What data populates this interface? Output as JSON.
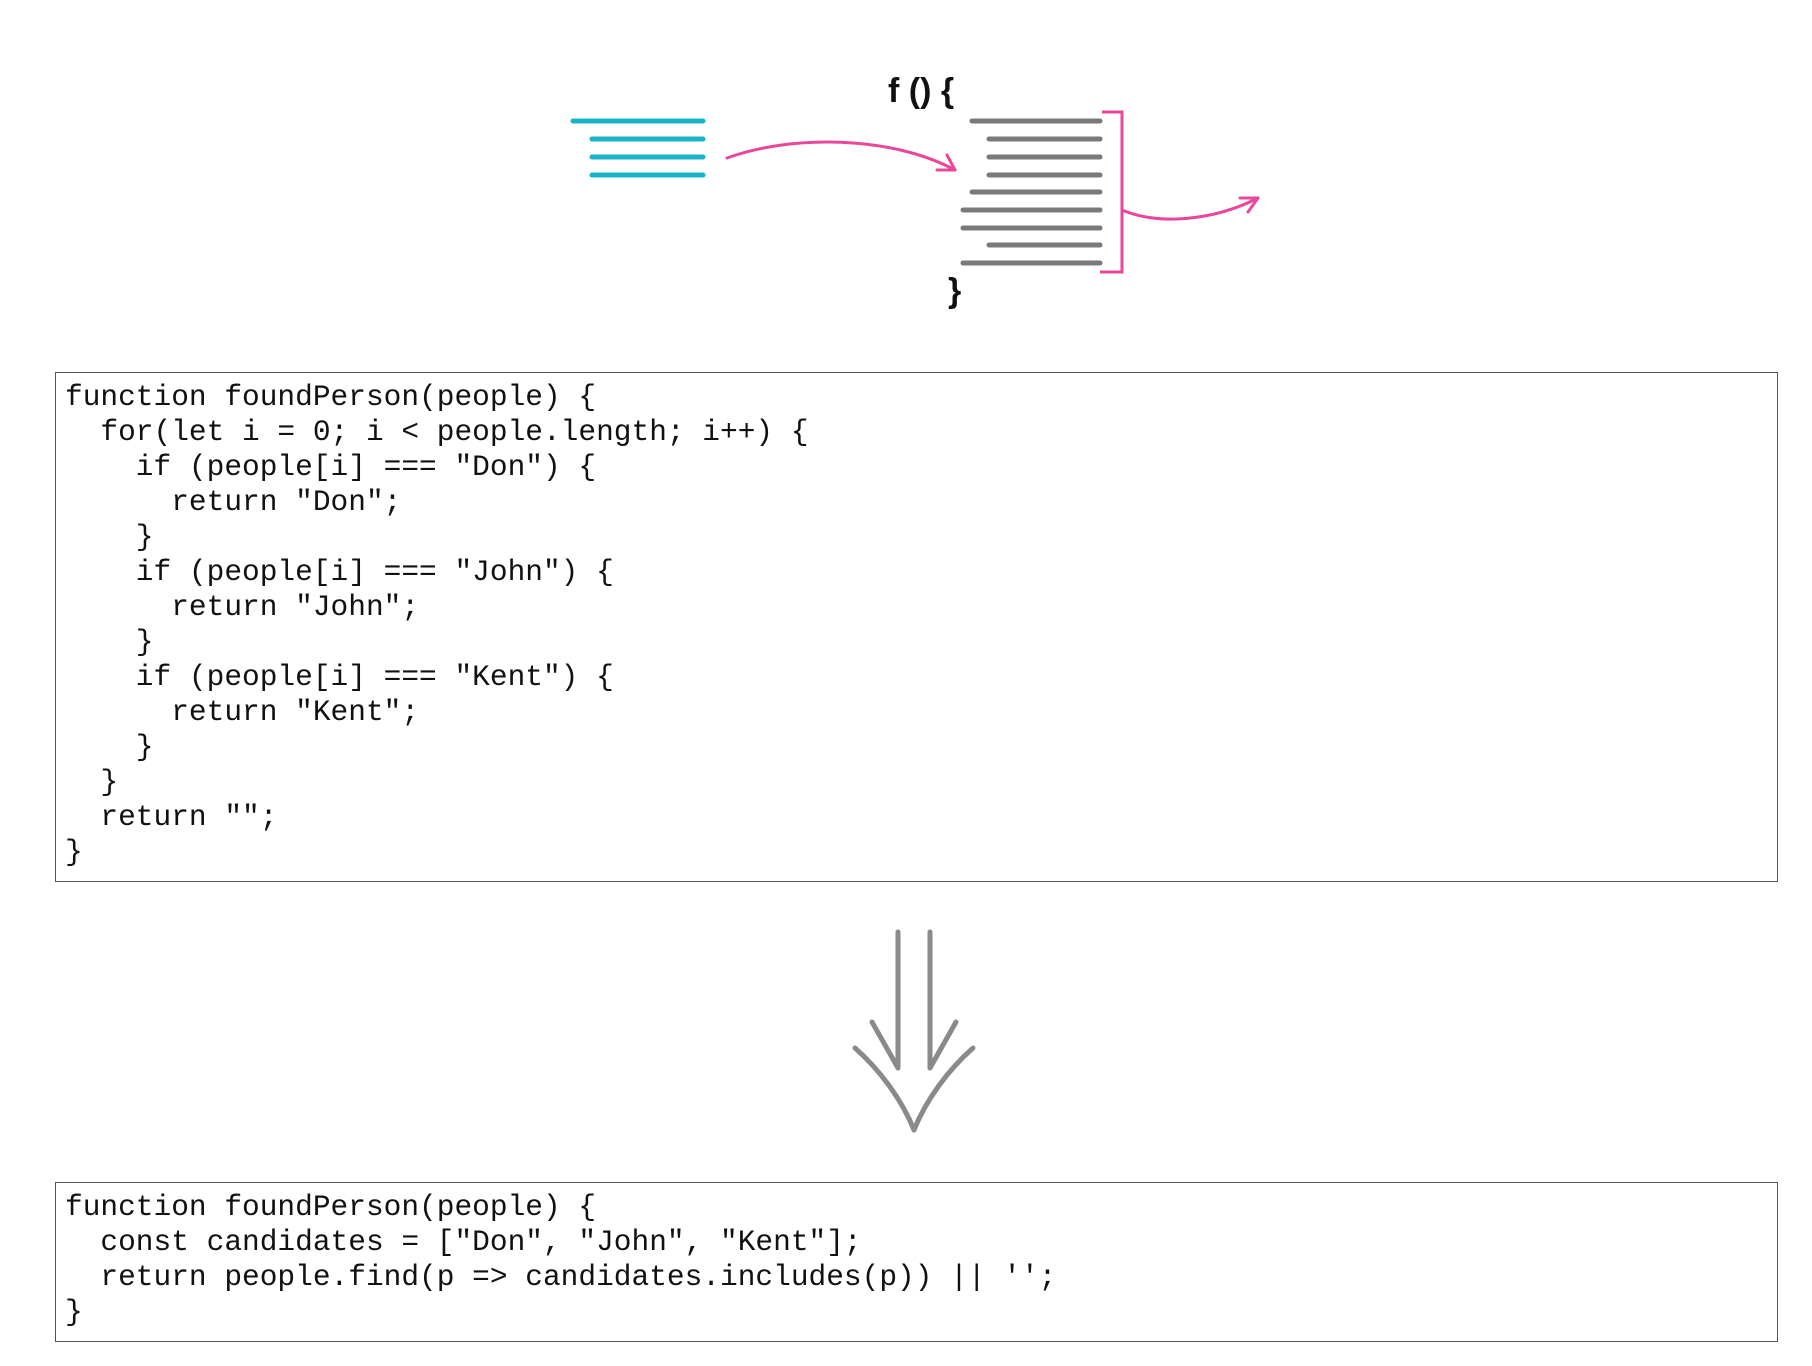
{
  "diagram": {
    "function_open": "f () {",
    "function_close": "}",
    "colors": {
      "input_lines": "#19b5c6",
      "body_lines": "#7a7a7a",
      "arrow": "#e8489a",
      "bracket": "#e8489a",
      "transform_arrow": "#8a8a8a"
    },
    "icons": {
      "input": "input-lines-icon",
      "flow_in": "curved-arrow-right-icon",
      "function_body": "function-body-lines-icon",
      "bracket": "bracket-icon",
      "flow_out": "curved-arrow-out-icon",
      "transform": "double-down-arrow-icon"
    }
  },
  "before_code": {
    "lines": [
      "function foundPerson(people) {",
      "  for(let i = 0; i < people.length; i++) {",
      "    if (people[i] === \"Don\") {",
      "      return \"Don\";",
      "    }",
      "    if (people[i] === \"John\") {",
      "      return \"John\";",
      "    }",
      "    if (people[i] === \"Kent\") {",
      "      return \"Kent\";",
      "    }",
      "  }",
      "  return \"\";",
      "}"
    ]
  },
  "after_code": {
    "lines": [
      "function foundPerson(people) {",
      "  const candidates = [\"Don\", \"John\", \"Kent\"];",
      "  return people.find(p => candidates.includes(p)) || '';",
      "}"
    ]
  }
}
